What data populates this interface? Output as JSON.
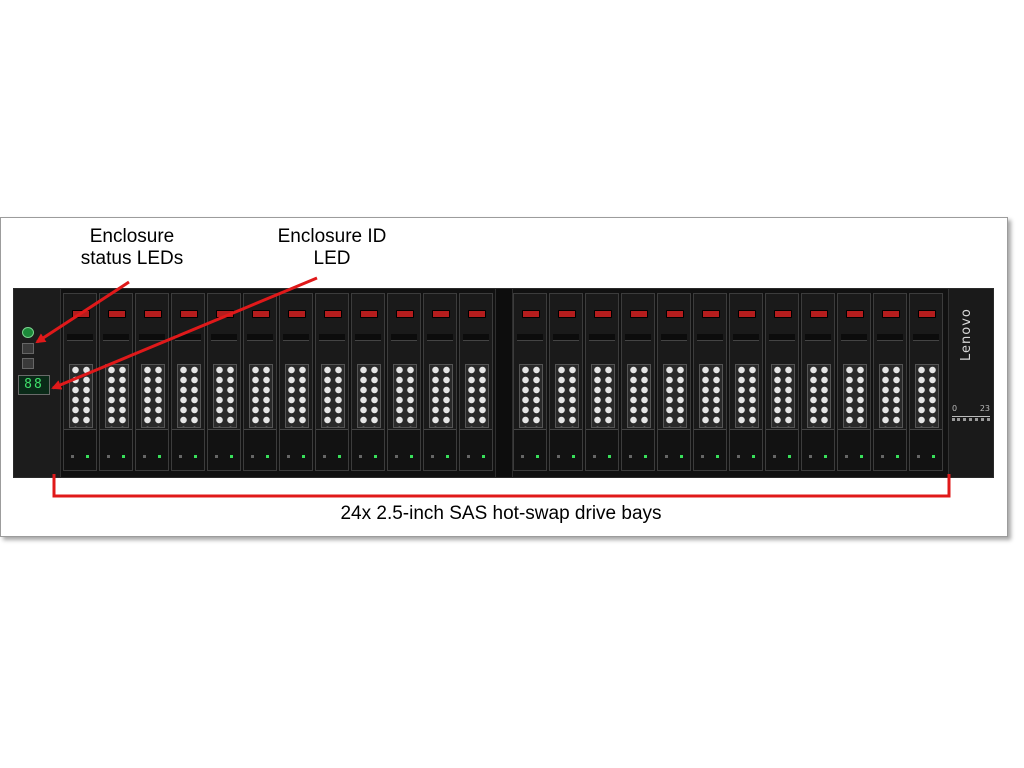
{
  "callouts": {
    "status_leds": "Enclosure status LEDs",
    "status_leds_line1": "Enclosure",
    "status_leds_line2": "status LEDs",
    "enclosure_id_line1": "Enclosure ID",
    "enclosure_id_line2": "LED",
    "drive_bays": "24x 2.5-inch SAS hot-swap drive bays"
  },
  "device": {
    "brand": "Lenovo",
    "id_display": "88",
    "bay_count": 24,
    "bay_range_low": "0",
    "bay_range_high": "23"
  },
  "colors": {
    "callout_red": "#e0191a",
    "latch_red": "#b51d1d",
    "led_green": "#38e05a"
  }
}
